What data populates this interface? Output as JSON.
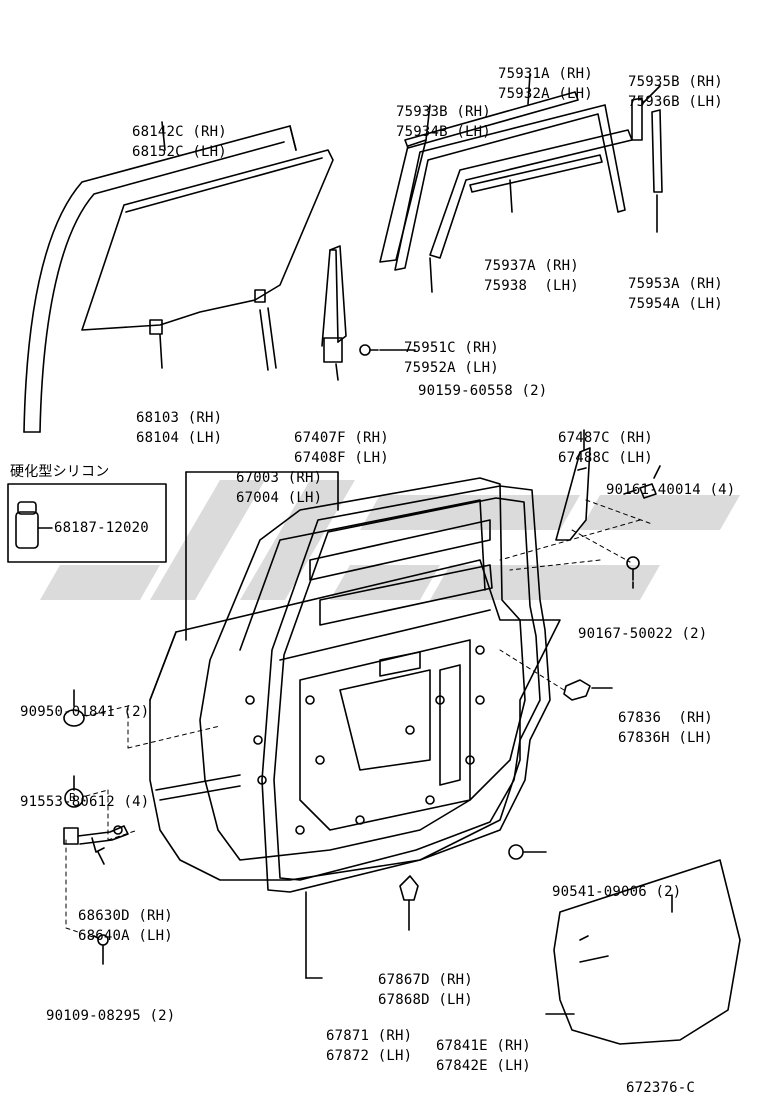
{
  "diagram_id": "672376-C",
  "silicone_box": {
    "title": "硬化型シリコン",
    "part": "68187-12020"
  },
  "callouts": [
    {
      "id": "c68142",
      "lines": [
        "68142C (RH)",
        "68152C (LH)"
      ]
    },
    {
      "id": "c68103",
      "lines": [
        "68103 (RH)",
        "68104 (LH)"
      ]
    },
    {
      "id": "c67407",
      "lines": [
        "67407F (RH)",
        "67408F (LH)"
      ]
    },
    {
      "id": "c90159",
      "lines": [
        "90159-60558 (2)"
      ]
    },
    {
      "id": "c75933",
      "lines": [
        "75933B (RH)",
        "75934B (LH)"
      ]
    },
    {
      "id": "c75931",
      "lines": [
        "75931A (RH)",
        "75932A (LH)"
      ]
    },
    {
      "id": "c75935",
      "lines": [
        "75935B (RH)",
        "75936B (LH)"
      ]
    },
    {
      "id": "c75937",
      "lines": [
        "75937A (RH)",
        "75938  (LH)"
      ]
    },
    {
      "id": "c75953",
      "lines": [
        "75953A (RH)",
        "75954A (LH)"
      ]
    },
    {
      "id": "c75951",
      "lines": [
        "75951C (RH)",
        "75952A (LH)"
      ]
    },
    {
      "id": "c67003",
      "lines": [
        "67003 (RH)",
        "67004 (LH)"
      ]
    },
    {
      "id": "c67487",
      "lines": [
        "67487C (RH)",
        "67488C (LH)"
      ]
    },
    {
      "id": "c90161",
      "lines": [
        "90161-40014 (4)"
      ]
    },
    {
      "id": "c90167",
      "lines": [
        "90167-50022 (2)"
      ]
    },
    {
      "id": "c90950",
      "lines": [
        "90950-01841 (2)"
      ]
    },
    {
      "id": "c91553",
      "lines": [
        "91553-80612 (4)"
      ]
    },
    {
      "id": "c67836",
      "lines": [
        "67836  (RH)",
        "67836H (LH)"
      ]
    },
    {
      "id": "c90541",
      "lines": [
        "90541-09006 (2)"
      ]
    },
    {
      "id": "c68630",
      "lines": [
        "68630D (RH)",
        "68640A (LH)"
      ]
    },
    {
      "id": "c67867",
      "lines": [
        "67867D (RH)",
        "67868D (LH)"
      ]
    },
    {
      "id": "c90109",
      "lines": [
        "90109-08295 (2)"
      ]
    },
    {
      "id": "c67871",
      "lines": [
        "67871 (RH)",
        "67872 (LH)"
      ]
    },
    {
      "id": "c67841",
      "lines": [
        "67841E (RH)",
        "67842E (LH)"
      ]
    }
  ],
  "marker_b": "B"
}
